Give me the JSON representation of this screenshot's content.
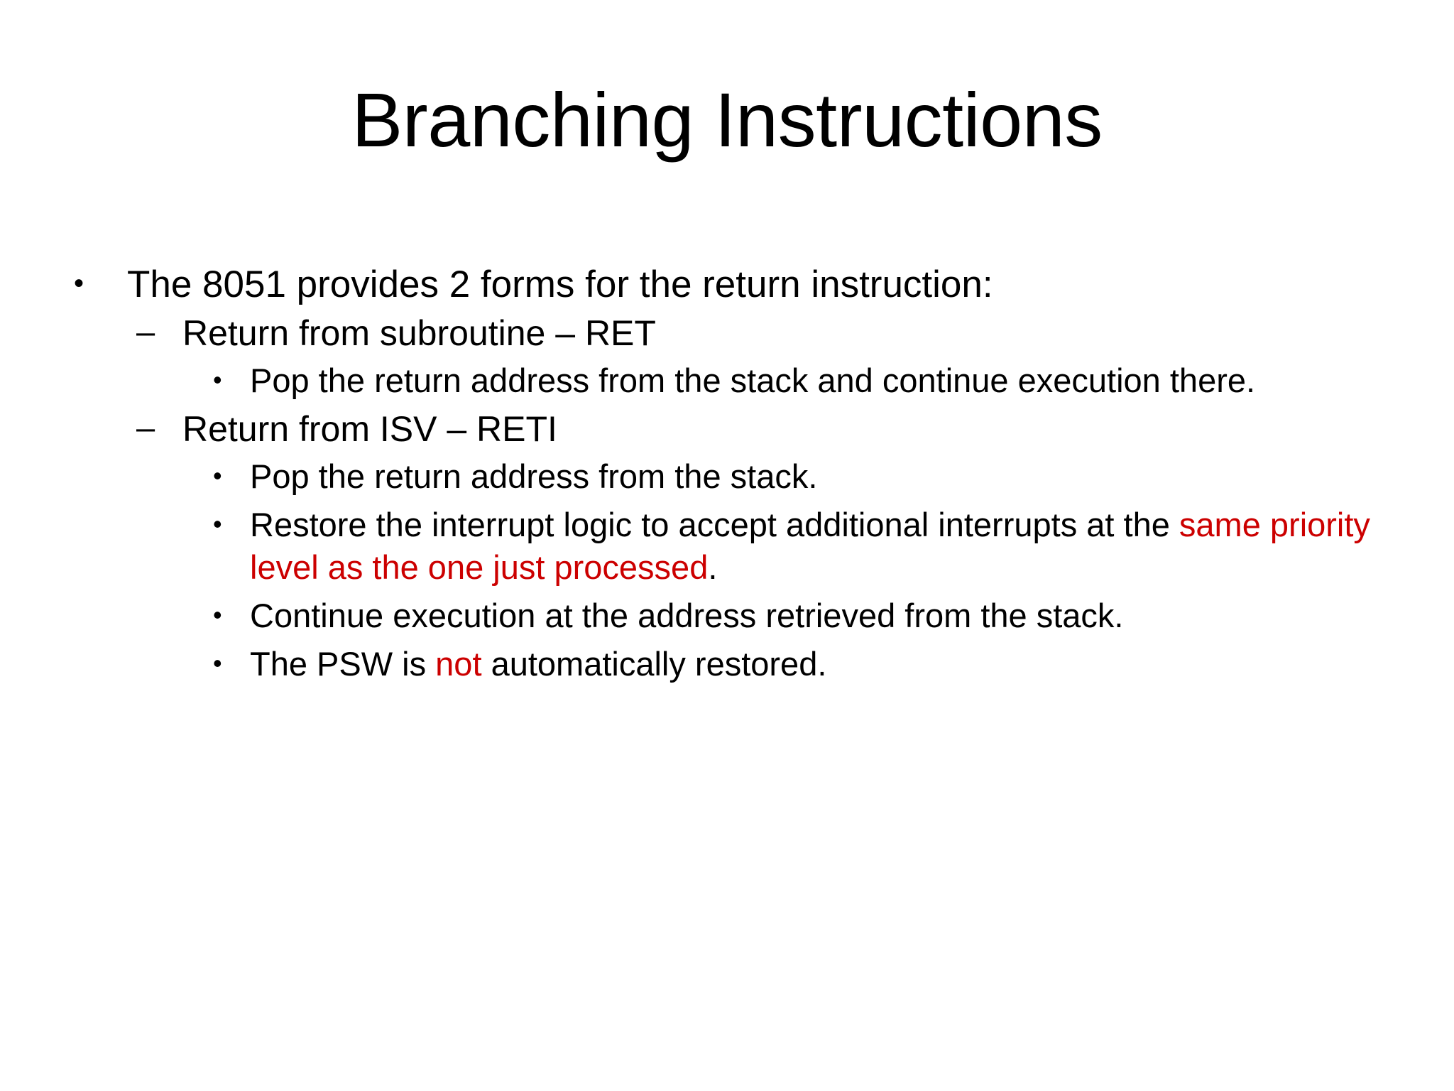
{
  "slide": {
    "title": "Branching Instructions",
    "background_color": "#FFFFFF",
    "text_color": "#000000",
    "highlight_color": "#CC0000",
    "markers": {
      "level1": "•",
      "level2": "–",
      "level3": "•"
    },
    "bullets": [
      {
        "level": 1,
        "marker": "•",
        "text": "The 8051 provides 2 forms for the return instruction:"
      },
      {
        "level": 2,
        "marker": "–",
        "text": "Return from subroutine – RET"
      },
      {
        "level": 3,
        "marker": "•",
        "text": "Pop the return address from the stack and continue execution there."
      },
      {
        "level": 2,
        "marker": "–",
        "text": "Return from ISV – RETI"
      },
      {
        "level": 3,
        "marker": "•",
        "text": "Pop the return address from the stack."
      },
      {
        "level": 3,
        "marker": "•",
        "segments": {
          "lead": "Restore the interrupt logic to accept additional interrupts at the ",
          "highlight": "same priority level as the one just processed",
          "tail": "."
        }
      },
      {
        "level": 3,
        "marker": "•",
        "text": "Continue execution at the address retrieved from the stack."
      },
      {
        "level": 3,
        "marker": "•",
        "segments": {
          "lead": "The PSW is ",
          "highlight": "not",
          "tail": " automatically restored."
        }
      }
    ]
  }
}
